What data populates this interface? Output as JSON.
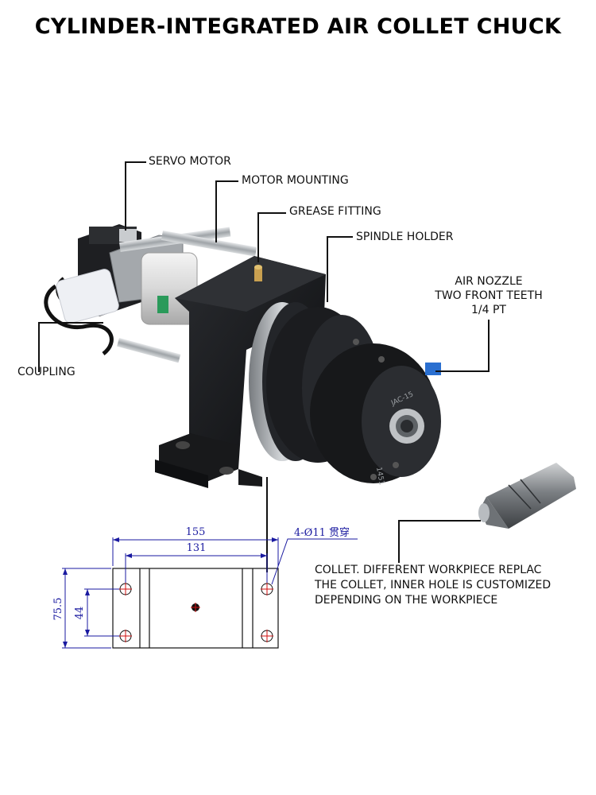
{
  "title": "CYLINDER-INTEGRATED AIR COLLET CHUCK",
  "callouts": {
    "servo_motor": "SERVO MOTOR",
    "motor_mounting": "MOTOR MOUNTING",
    "grease_fitting": "GREASE FITTING",
    "spindle_holder": "SPINDLE HOLDER",
    "air_nozzle": [
      "AIR NOZZLE",
      "TWO FRONT TEETH",
      "1/4 PT"
    ],
    "coupling": "COUPLING",
    "collet": [
      "COLLET. DIFFERENT WORKPIECE REPLAC",
      "THE COLLET, INNER HOLE IS CUSTOMIZED",
      "DEPENDING ON THE WORKPIECE"
    ]
  },
  "chuck_markings": {
    "front_text": "JAC-15",
    "side_text": "1451"
  },
  "drawing": {
    "dim_overall_width": "155",
    "dim_hole_spacing_x": "131",
    "dim_hole_spec": "4-Ø11 贯穿",
    "dim_height": "75.5",
    "dim_hole_spacing_y": "44"
  },
  "colors": {
    "dimension": "#1a1aa0",
    "hole_mark": "#d01010",
    "body_black": "#1b1c1f",
    "steel": "#b8bcc0"
  }
}
